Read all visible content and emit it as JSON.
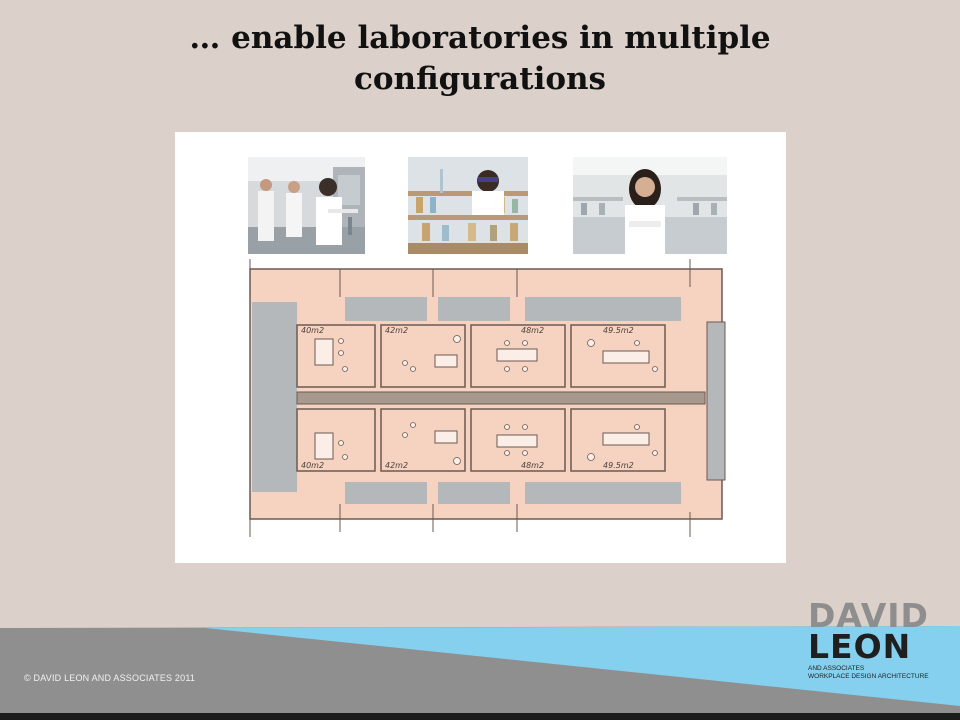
{
  "slide": {
    "title_line1": "… enable laboratories in multiple",
    "title_line2": "configurations"
  },
  "photos": [
    {
      "icon": "lab-scientists-photo"
    },
    {
      "icon": "lab-researcher-goggles-photo"
    },
    {
      "icon": "lab-scientist-portrait-photo"
    }
  ],
  "floor_plan": {
    "room_labels_top": [
      "40m2",
      "42m2",
      "48m2",
      "49.5m2"
    ],
    "room_labels_bottom": [
      "40m2",
      "42m2",
      "48m2",
      "49.5m2"
    ]
  },
  "footer": {
    "copyright": "© DAVID LEON AND ASSOCIATES 2011",
    "logo_line1": "DAVID",
    "logo_line2": "LEON",
    "logo_line3": "AND ASSOCIATES",
    "logo_line4": "WORKPLACE DESIGN  ARCHITECTURE"
  },
  "colors": {
    "background": "#dbd1ca",
    "band_gray": "#8f8f8f",
    "band_blue": "#85d0ef",
    "plan_fill": "#f6d3c1",
    "plan_gray": "#b4b8bb"
  }
}
